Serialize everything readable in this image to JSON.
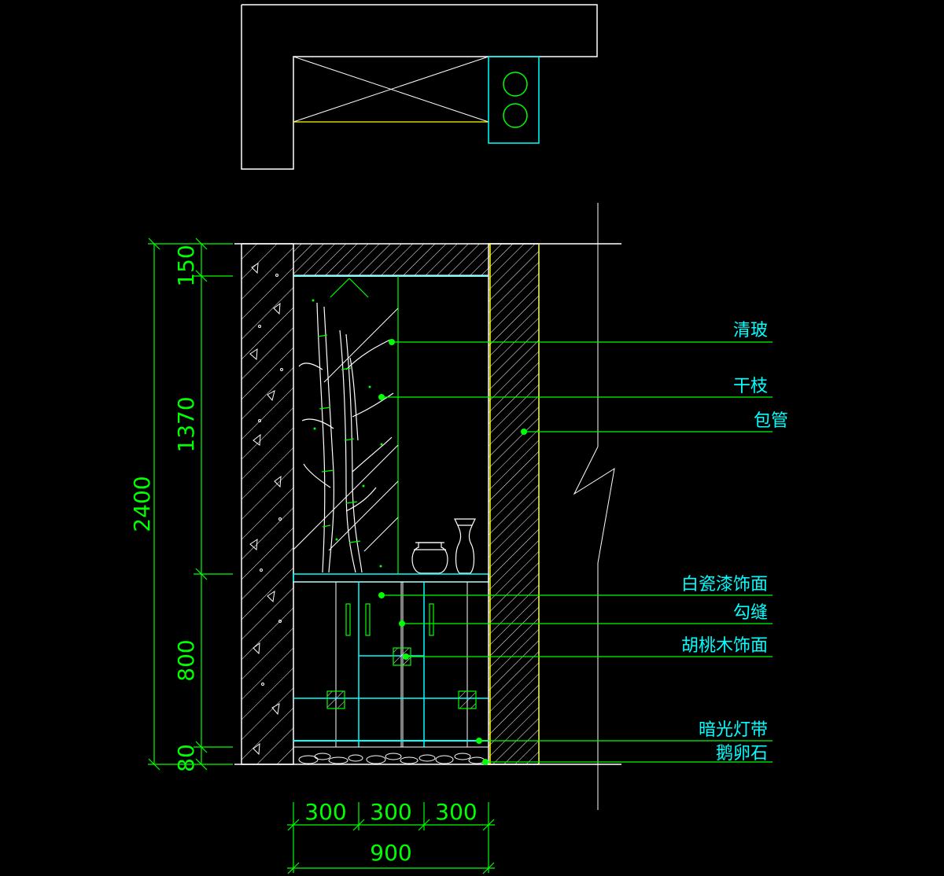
{
  "colors": {
    "background": "#000000",
    "outline": "#ffffff",
    "dimension": "#00ff00",
    "cyan": "#00ffff",
    "yellow": "#ffff00",
    "leader": "#00ff00",
    "label_text": "#00ffff"
  },
  "dimensions": {
    "total_height": "2400",
    "top_band": "150",
    "display_niche": "1370",
    "cabinet": "800",
    "plinth": "80",
    "bay_1": "300",
    "bay_2": "300",
    "bay_3": "300",
    "total_width": "900"
  },
  "labels": {
    "clear_glass": "清玻",
    "dry_branches": "干枝",
    "pipe_casing": "包管",
    "white_lacquer": "白瓷漆饰面",
    "grout_groove": "勾缝",
    "walnut_veneer": "胡桃木饰面",
    "led_strip": "暗光灯带",
    "pebbles": "鹅卵石"
  }
}
